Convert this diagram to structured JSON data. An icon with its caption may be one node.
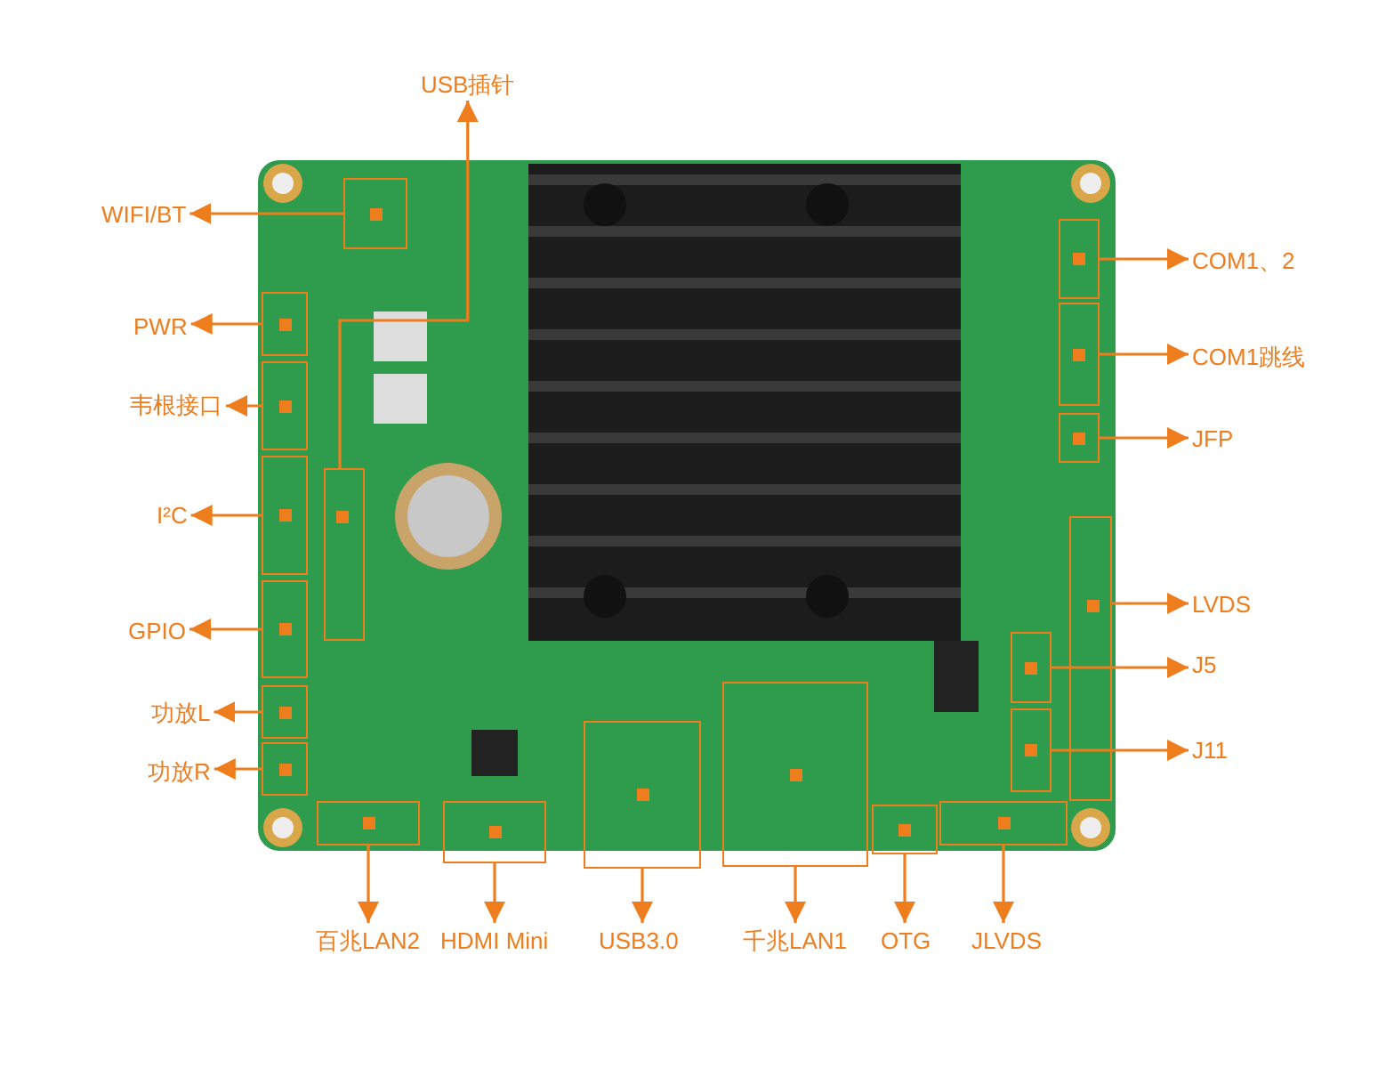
{
  "diagram": {
    "nodes": [
      {
        "text": [],
        "shape": "picture"
      },
      {
        "text": [
          "USB插针"
        ]
      },
      {
        "text": [
          "WIFI/BT"
        ]
      },
      {
        "text": [
          "PWR"
        ]
      },
      {
        "text": [
          "韦根接口"
        ]
      },
      {
        "text": [
          "I²C"
        ]
      },
      {
        "text": [
          "GPIO"
        ]
      },
      {
        "text": [
          "功放L"
        ]
      },
      {
        "text": [
          "功放R"
        ]
      },
      {
        "text": [
          "COM1、2"
        ]
      },
      {
        "text": [
          "COM1跳线"
        ]
      },
      {
        "text": [
          "JFP"
        ]
      },
      {
        "text": [
          "LVDS"
        ]
      },
      {
        "text": [
          "J5"
        ]
      },
      {
        "text": [
          "J11"
        ]
      },
      {
        "text": [
          "百兆LAN2"
        ]
      },
      {
        "text": [
          "HDMI Mini"
        ]
      },
      {
        "text": [
          "USB3.0"
        ]
      },
      {
        "text": [
          "千兆LAN1"
        ]
      },
      {
        "text": [
          "OTG"
        ]
      },
      {
        "text": [
          "JLVDS"
        ]
      },
      {
        "text": [],
        "shape": "box",
        "in": 0
      },
      {
        "text": [],
        "shape": "box",
        "in": 0
      },
      {
        "text": [],
        "shape": "box",
        "in": 0
      },
      {
        "text": [],
        "shape": "box",
        "in": 0
      },
      {
        "text": [],
        "shape": "box",
        "in": 0
      },
      {
        "text": [],
        "shape": "box",
        "in": 0
      },
      {
        "text": [],
        "shape": "box",
        "in": 0
      },
      {
        "text": [],
        "shape": "box",
        "in": 0
      },
      {
        "text": [],
        "shape": "box",
        "in": 0
      },
      {
        "text": [],
        "shape": "box",
        "in": 0
      },
      {
        "text": [],
        "shape": "box",
        "in": 0
      },
      {
        "text": [],
        "shape": "box",
        "in": 0
      },
      {
        "text": [],
        "shape": "box",
        "in": 0
      },
      {
        "text": [],
        "shape": "box",
        "in": 0
      },
      {
        "text": [],
        "shape": "box",
        "in": 0
      },
      {
        "text": [],
        "shape": "box",
        "in": 0
      },
      {
        "text": [],
        "shape": "box",
        "in": 0
      },
      {
        "text": [],
        "shape": "box",
        "in": 0
      },
      {
        "text": [],
        "shape": "box",
        "in": 0
      },
      {
        "text": [],
        "shape": "box",
        "in": 0
      }
    ],
    "edges": [
      {
        "from": 21,
        "to": 1,
        "arrow": "to"
      },
      {
        "from": 22,
        "to": 2,
        "arrow": "to"
      },
      {
        "from": 23,
        "to": 3,
        "arrow": "to"
      },
      {
        "from": 24,
        "to": 4,
        "arrow": "to"
      },
      {
        "from": 25,
        "to": 5,
        "arrow": "to"
      },
      {
        "from": 26,
        "to": 6,
        "arrow": "to"
      },
      {
        "from": 27,
        "to": 7,
        "arrow": "to"
      },
      {
        "from": 28,
        "to": 8,
        "arrow": "to"
      },
      {
        "from": 29,
        "to": 9,
        "arrow": "to"
      },
      {
        "from": 30,
        "to": 10,
        "arrow": "to"
      },
      {
        "from": 31,
        "to": 11,
        "arrow": "to"
      },
      {
        "from": 32,
        "to": 12,
        "arrow": "to"
      },
      {
        "from": 33,
        "to": 13,
        "arrow": "to"
      },
      {
        "from": 34,
        "to": 14,
        "arrow": "to"
      },
      {
        "from": 35,
        "to": 15,
        "arrow": "to"
      },
      {
        "from": 36,
        "to": 16,
        "arrow": "to"
      },
      {
        "from": 37,
        "to": 17,
        "arrow": "to"
      },
      {
        "from": 38,
        "to": 18,
        "arrow": "to"
      },
      {
        "from": 39,
        "to": 19,
        "arrow": "to"
      },
      {
        "from": 40,
        "to": 20,
        "arrow": "to"
      }
    ]
  }
}
